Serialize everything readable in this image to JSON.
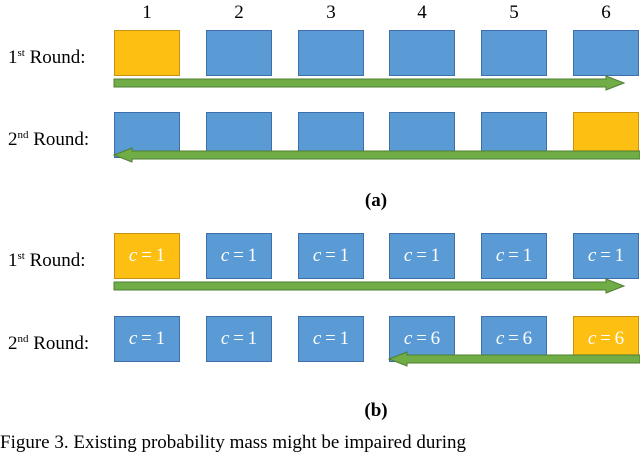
{
  "columns": [
    "1",
    "2",
    "3",
    "4",
    "5",
    "6"
  ],
  "panel_a": {
    "caption": "(a)",
    "rounds": [
      {
        "label_main": "1",
        "label_sup": "st",
        "label_rest": " Round:",
        "highlight": 0,
        "arrow": "right-full",
        "values": [
          "",
          "",
          "",
          "",
          "",
          ""
        ]
      },
      {
        "label_main": "2",
        "label_sup": "nd",
        "label_rest": " Round:",
        "highlight": 5,
        "arrow": "left-full",
        "values": [
          "",
          "",
          "",
          "",
          "",
          ""
        ]
      }
    ]
  },
  "panel_b": {
    "caption": "(b)",
    "rounds": [
      {
        "label_main": "1",
        "label_sup": "st",
        "label_rest": " Round:",
        "highlight": 0,
        "arrow": "right-full",
        "values": [
          "c = 1",
          "c = 1",
          "c = 1",
          "c = 1",
          "c = 1",
          "c = 1"
        ]
      },
      {
        "label_main": "2",
        "label_sup": "nd",
        "label_rest": " Round:",
        "highlight": 5,
        "arrow": "left-partial",
        "values": [
          "c = 1",
          "c = 1",
          "c = 1",
          "c = 6",
          "c = 6",
          "c = 6"
        ]
      }
    ]
  },
  "colors": {
    "box": "#5b9bd5",
    "box_highlight": "#fdbf12",
    "arrow": "#70ad47",
    "arrow_border": "#507e32"
  },
  "figure_caption": "Figure 3. Existing probability mass might be impaired during"
}
